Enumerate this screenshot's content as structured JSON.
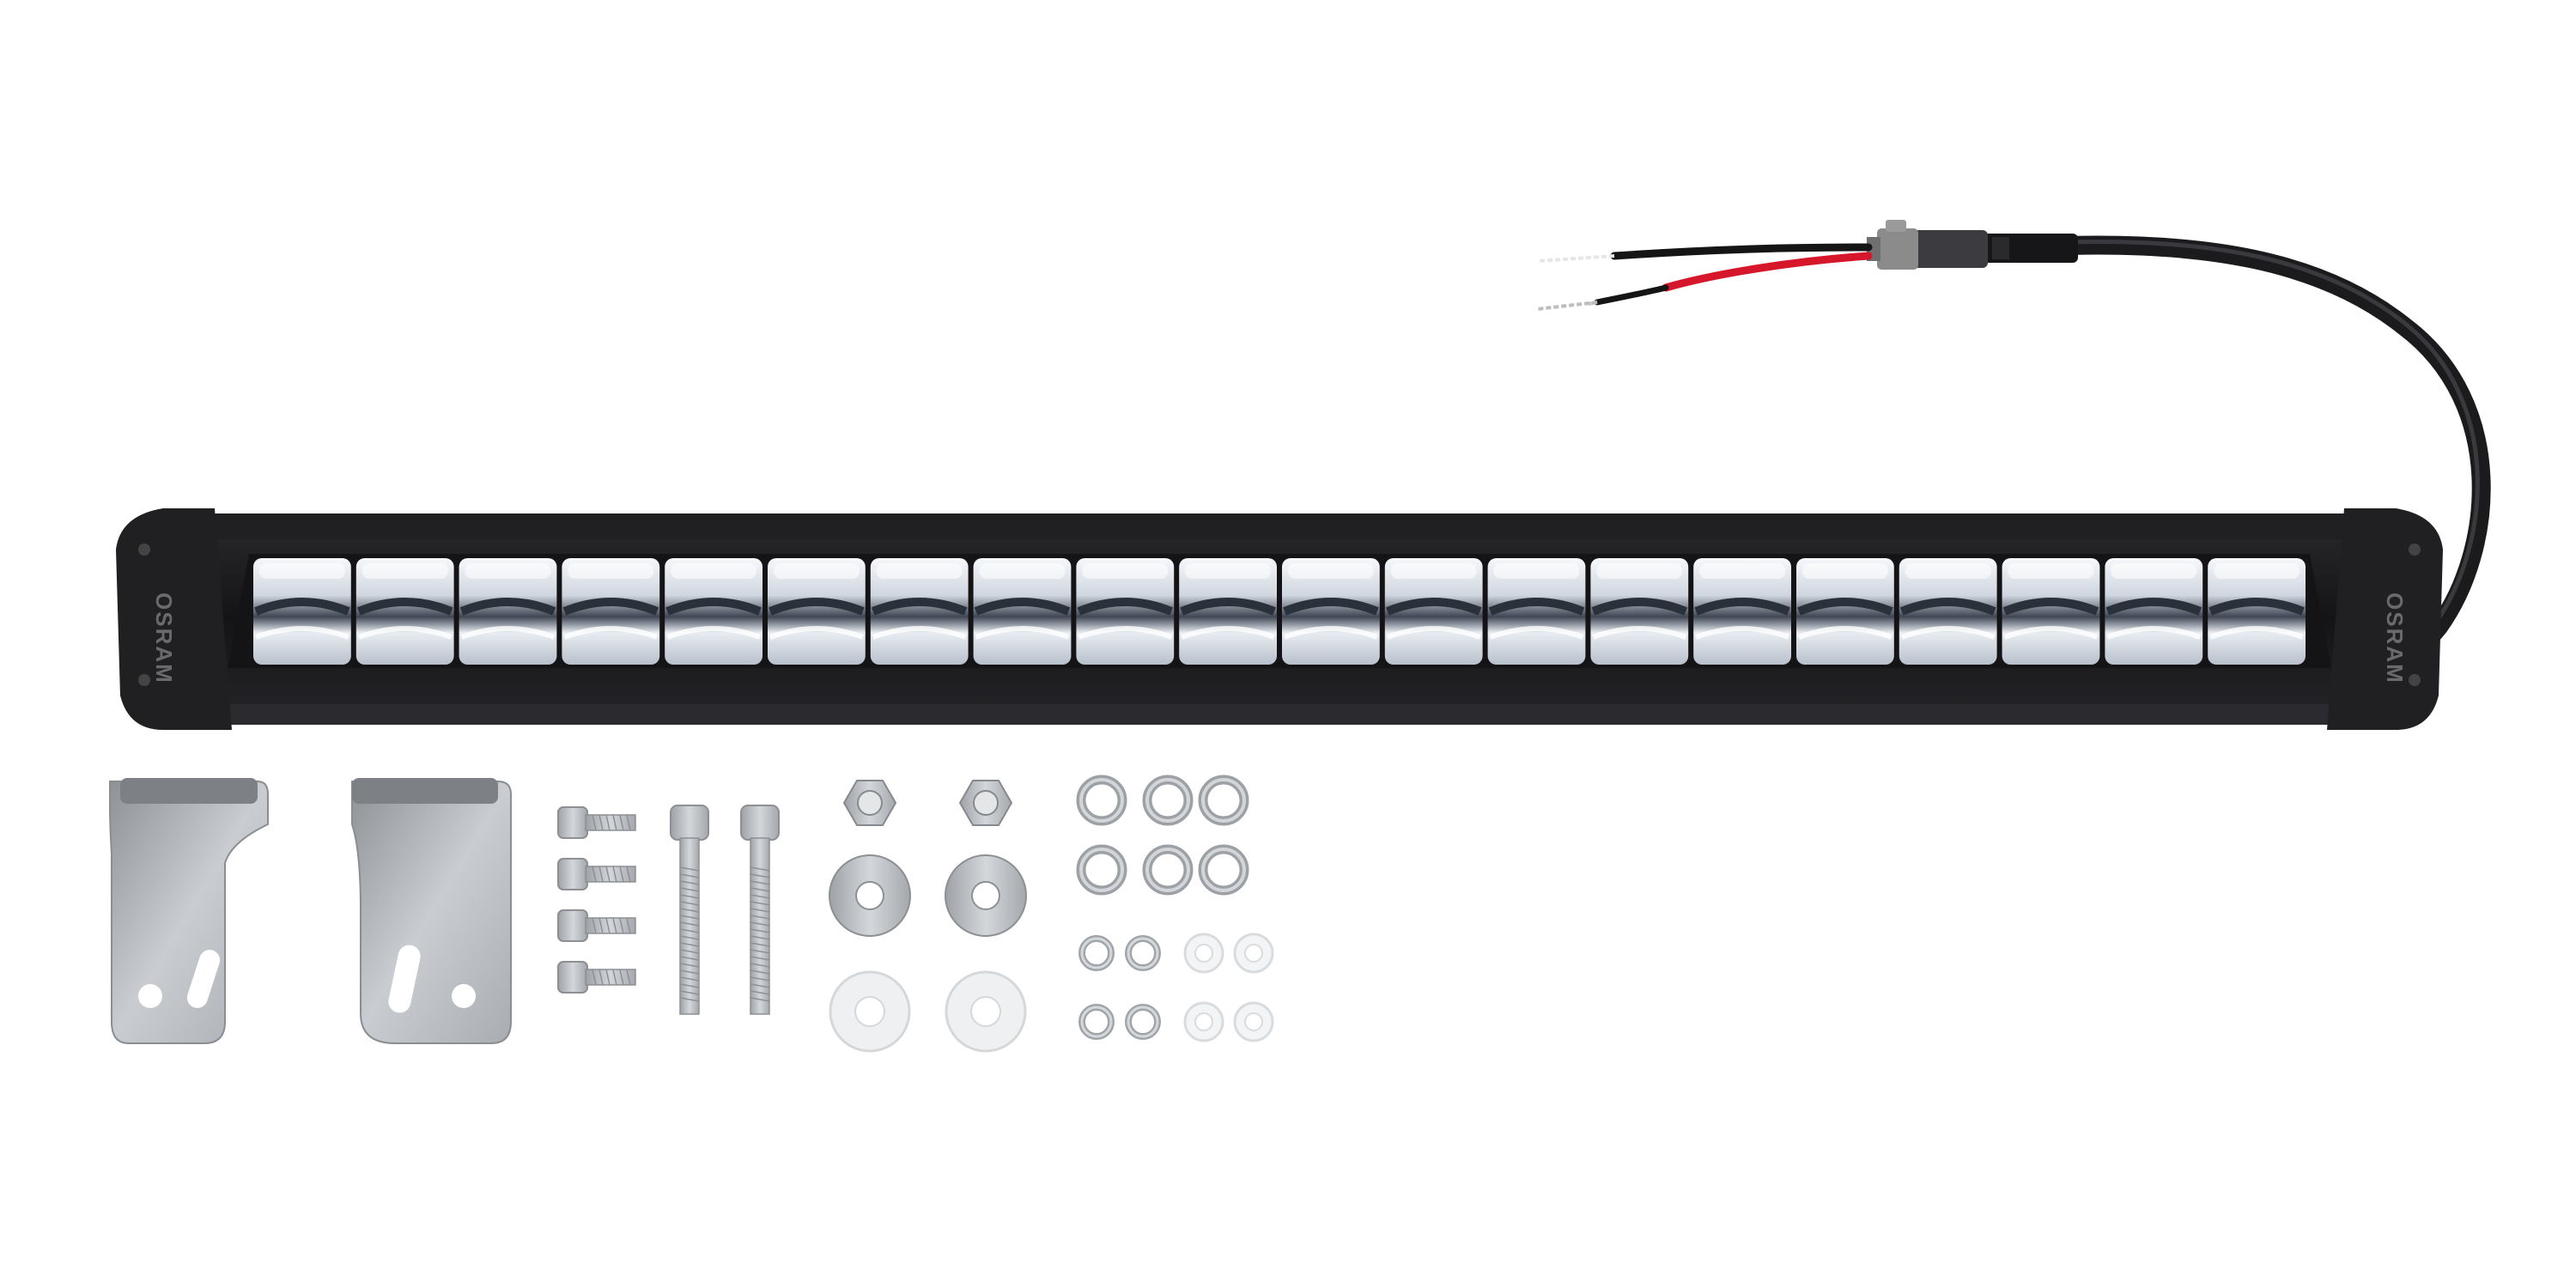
{
  "product": {
    "brand_left": "OSRAM",
    "brand_right": "OSRAM",
    "lens_segments": 20
  },
  "kit": {
    "brackets": 2,
    "short_screws": 4,
    "long_bolts": 2,
    "hex_nuts": 2,
    "flat_washers_metal": 2,
    "flat_washers_plastic": 2,
    "split_washers_large": 6,
    "small_washers_metal": 4,
    "small_washers_plastic": 4
  },
  "colors": {
    "background": "#ffffff",
    "housing": "#1c1c1e",
    "lens": "#dfe5ee",
    "wire_red": "#d5162b",
    "wire_black": "#151515",
    "steel": "#b9bcbf"
  }
}
